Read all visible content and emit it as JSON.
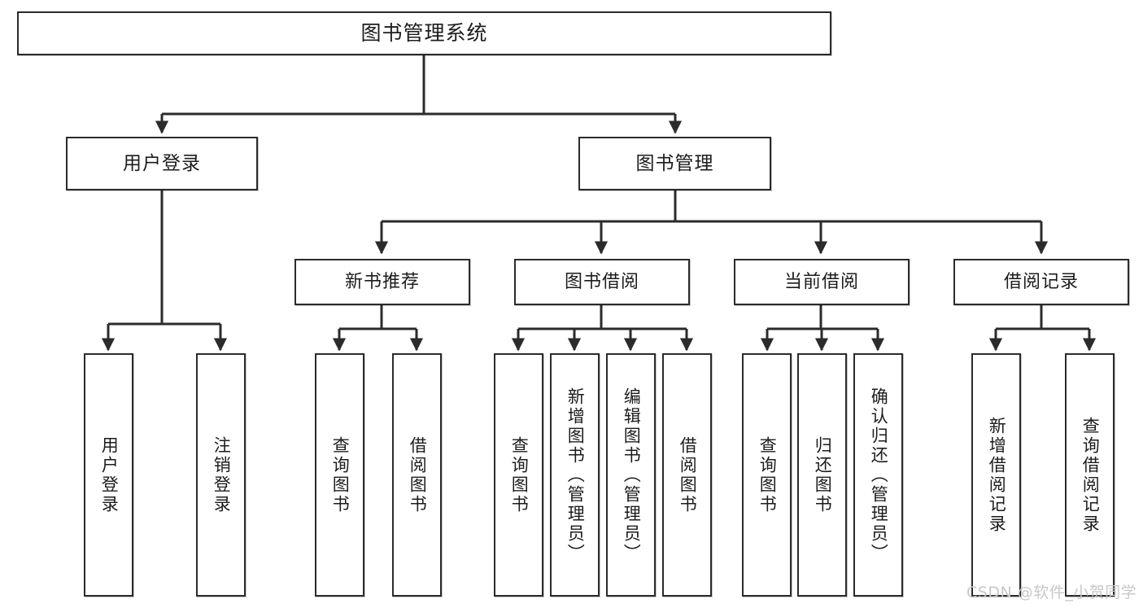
{
  "diagram": {
    "title": "图书管理系统",
    "type": "tree",
    "watermark": "CSDN @软件_小贺同学",
    "line_color": "#2b2b2b",
    "box_fill": "#ffffff",
    "text_color": "#1c1c1c",
    "watermark_color": "#c8c8c8"
  },
  "nodes": {
    "root": {
      "label": "图书管理系统"
    },
    "level2": [
      {
        "id": "user-login",
        "label": "用户登录"
      },
      {
        "id": "book-management",
        "label": "图书管理"
      }
    ],
    "level3": [
      {
        "id": "new-book-recommend",
        "label": "新书推荐"
      },
      {
        "id": "book-borrow",
        "label": "图书借阅"
      },
      {
        "id": "current-borrow",
        "label": "当前借阅"
      },
      {
        "id": "borrow-record",
        "label": "借阅记录"
      }
    ],
    "leaves": {
      "user_login": [
        {
          "id": "leaf-user-login",
          "label": "用户登录"
        },
        {
          "id": "leaf-logout-login",
          "label": "注销登录"
        }
      ],
      "new_book_recommend": [
        {
          "id": "leaf-query-book-1",
          "label": "查询图书"
        },
        {
          "id": "leaf-borrow-book-1",
          "label": "借阅图书"
        }
      ],
      "book_borrow": [
        {
          "id": "leaf-query-book-2",
          "label": "查询图书"
        },
        {
          "id": "leaf-add-book",
          "label": "新增图书（管理员）"
        },
        {
          "id": "leaf-edit-book",
          "label": "编辑图书（管理员）"
        },
        {
          "id": "leaf-borrow-book-2",
          "label": "借阅图书"
        }
      ],
      "current_borrow": [
        {
          "id": "leaf-query-book-3",
          "label": "查询图书"
        },
        {
          "id": "leaf-return-book",
          "label": "归还图书"
        },
        {
          "id": "leaf-confirm-return",
          "label": "确认归还（管理员）"
        }
      ],
      "borrow_record": [
        {
          "id": "leaf-add-record",
          "label": "新增借阅记录"
        },
        {
          "id": "leaf-query-record",
          "label": "查询借阅记录"
        }
      ]
    }
  }
}
